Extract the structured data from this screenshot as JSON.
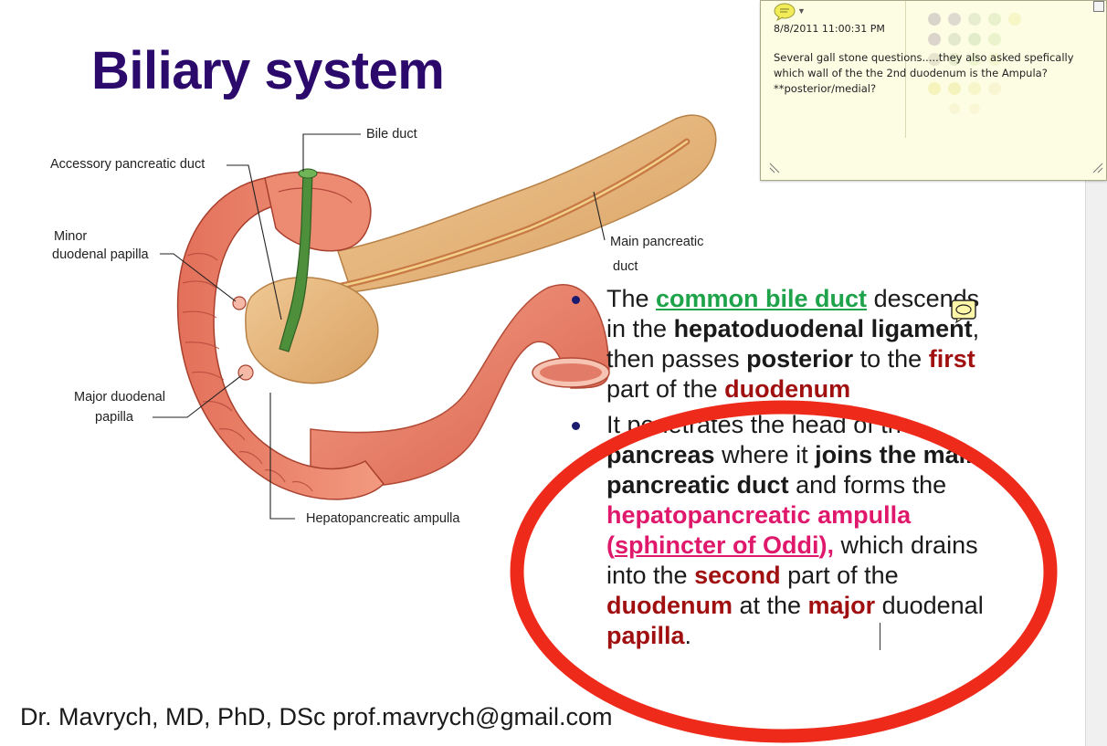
{
  "slide": {
    "title": "Biliary system",
    "figure_labels": {
      "bile_duct": "Bile duct",
      "accessory_pancreatic_duct": "Accessory pancreatic duct",
      "minor_papilla_line1": "Minor",
      "minor_papilla_line2": "duodenal papilla",
      "main_pancreatic_line1": "Main pancreatic",
      "main_pancreatic_line2": "duct",
      "major_papilla_line1": "Major duodenal",
      "major_papilla_line2": "papilla",
      "hepatopancreatic_ampulla": "Hepatopancreatic ampulla"
    },
    "bullet1": {
      "t1": "The ",
      "link": "common bile duct",
      "t2": " descends in the ",
      "b1": "hepatoduodenal ligament",
      "t3": ", then passes ",
      "b2": "posterior",
      "t4": " to the ",
      "r1": "first",
      "t5": " part of the ",
      "r2": "duodenum"
    },
    "bullet2": {
      "t1": "It penetrates the head of the ",
      "b1": "pancreas",
      "t2": " where it ",
      "b2": "joins the main pancreatic duct",
      "t3": " and forms the ",
      "p1": "hepatopancreatic ampulla (",
      "p2": "sphincter of Oddi",
      "p3": "),",
      "t4": " which drains into the ",
      "r1": "second",
      "t5": " part of the ",
      "r2": "duodenum",
      "t6": " at the ",
      "r3": "major",
      "t7": " duodenal ",
      "r4": "papilla",
      "t8": "."
    },
    "footer": "Dr. Mavrych, MD, PhD, DSc  prof.mavrych@gmail.com"
  },
  "comment_note": {
    "timestamp": "8/8/2011 11:00:31 PM",
    "text": "Several gall stone questions.....they also asked spefically which wall of the the 2nd duodenum is the Ampula? **posterior/medial?"
  },
  "colors": {
    "title": "#2b0a6b",
    "link_green": "#1fa34a",
    "emphasis_red": "#a01010",
    "emphasis_pink": "#e0186b",
    "oval_red": "#ee2a1b",
    "note_bg": "#fdfde4"
  },
  "icons": {
    "comment": "speech-bubble-icon"
  }
}
